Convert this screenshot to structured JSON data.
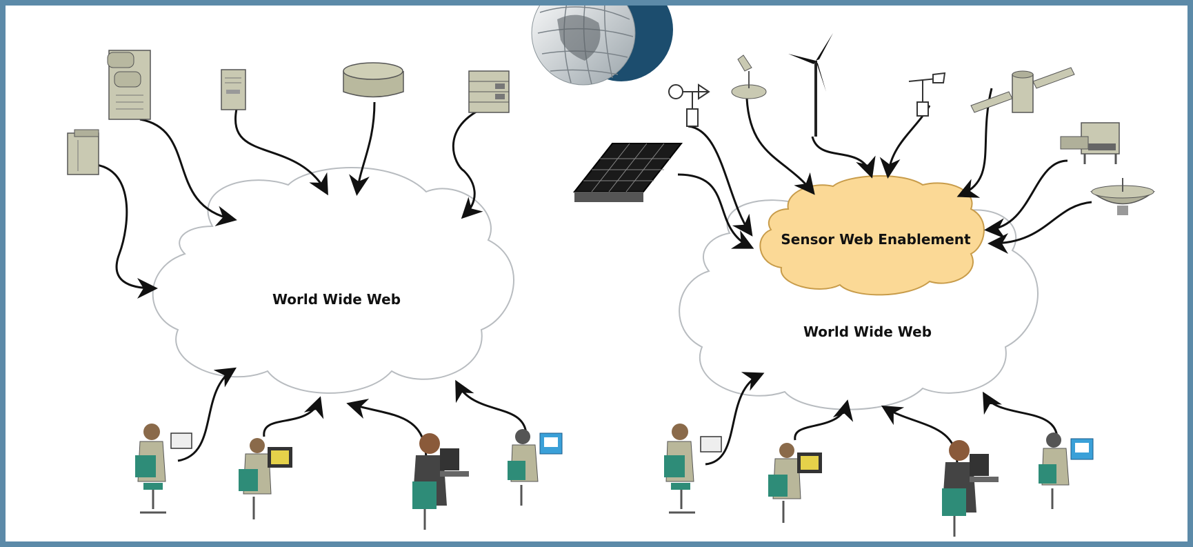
{
  "left_panel": {
    "cloud_label": "World Wide Web"
  },
  "right_panel": {
    "cloud_label": "World Wide Web",
    "sensor_cloud_label": "Sensor Web Enablement"
  },
  "colors": {
    "frame": "#5c8aa8",
    "www_cloud_fill": "#ffffff",
    "www_cloud_stroke": "#b8bcc0",
    "sensor_cloud_fill": "#fbd996",
    "sensor_cloud_stroke": "#c89c4a",
    "server_fill": "#c9c9b2",
    "person_suit": "#b9b79a",
    "chair": "#2e8c78",
    "arrow": "#111111"
  },
  "icons": {
    "server_icons": [
      "server-tower-icon",
      "server-tower-icon",
      "database-icon",
      "rack-server-icon",
      "mainframe-icon"
    ],
    "sensor_icons": [
      "solar-panel-icon",
      "weather-station-icon",
      "microphone-icon",
      "wind-turbine-icon",
      "wind-vane-icon",
      "satellite-icon",
      "lab-instrument-icon",
      "satellite-dish-icon"
    ],
    "user_icons": [
      "user-laptop-icon",
      "user-desktop-icon",
      "user-workstation-icon",
      "user-monitor-icon"
    ],
    "globe": "globe-icon"
  }
}
